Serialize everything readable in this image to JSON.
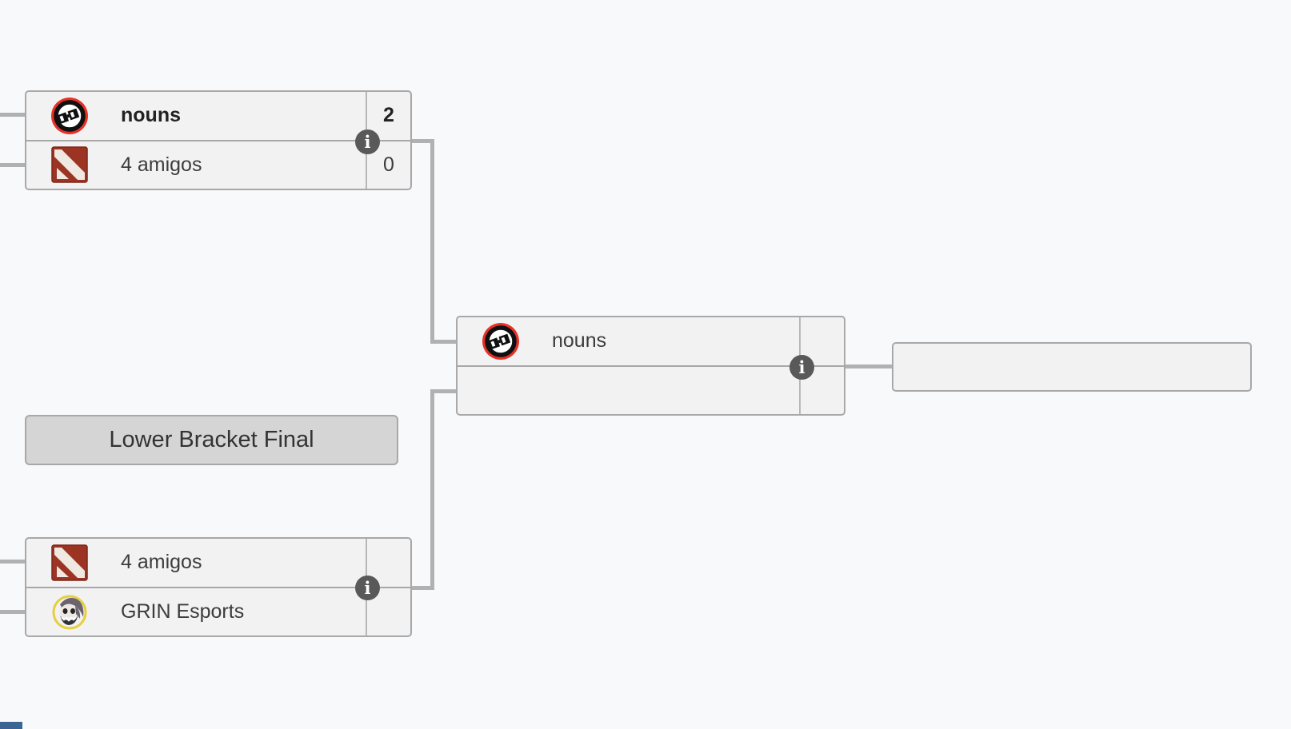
{
  "colors": {
    "background": "#f8f9fb",
    "box_fill": "#f2f2f2",
    "box_border": "#a8a8a8",
    "connector": "#b1b1b1",
    "score_divider": "#b7b7b7",
    "round_label_fill": "#d5d5d5",
    "info_icon_bg": "#595959",
    "nouns_red": "#e73128",
    "dota_red": "#9c3423",
    "grin_yellow": "#e5cf3e",
    "bottom_left_fragment_blue": "#3a6494"
  },
  "bracket": {
    "round_label": "Lower Bracket Final",
    "info_glyph": "i",
    "matches": [
      {
        "name": "upper-match",
        "teams": [
          {
            "name": "nouns",
            "score": "2",
            "winner": true,
            "logo": "nouns-logo"
          },
          {
            "name": "4 amigos",
            "score": "0",
            "winner": false,
            "logo": "dota2-logo"
          }
        ]
      },
      {
        "name": "advancing-match",
        "teams": [
          {
            "name": "nouns",
            "score": "",
            "winner": false,
            "logo": "nouns-logo"
          },
          {
            "name": "",
            "score": "",
            "winner": false,
            "logo": ""
          }
        ]
      },
      {
        "name": "lower-bracket-final-match",
        "teams": [
          {
            "name": "4 amigos",
            "score": "",
            "winner": false,
            "logo": "dota2-logo"
          },
          {
            "name": "GRIN Esports",
            "score": "",
            "winner": false,
            "logo": "grin-esports-logo"
          }
        ]
      }
    ],
    "advancement_slot_label": ""
  }
}
